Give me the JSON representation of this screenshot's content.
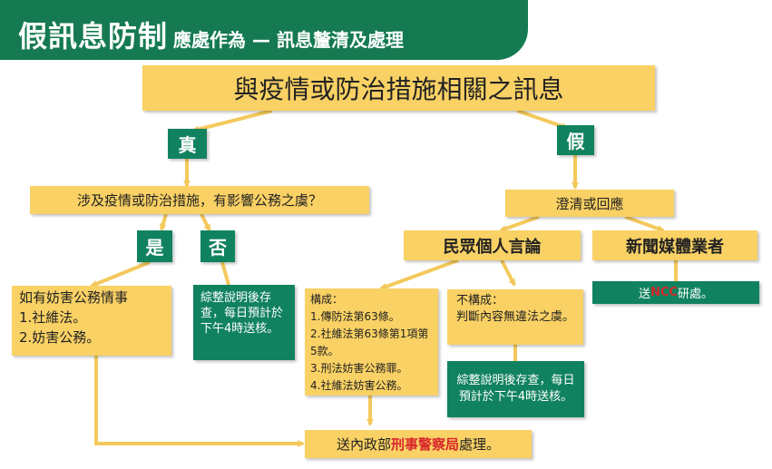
{
  "header": {
    "title_main": "假訊息防制",
    "title_sub": "應處作為 — 訊息釐清及處理"
  },
  "nodes": {
    "root": "與疫情或防治措施相關之訊息",
    "true_label": "真",
    "false_label": "假",
    "question": "涉及疫情或防治措施，有影響公務之虞？",
    "yes_label": "是",
    "no_label": "否",
    "clarify": "澄清或回應",
    "public_speech": "民眾個人言論",
    "news_media": "新聞媒體業者",
    "obstruct": "如有妨害公務情事\n1.社維法。\n2.妨害公務。",
    "no_report": "綜整說明後存查，每日預計於下午4時送核。",
    "constitutes": "構成：\n1.傳防法第63條。\n2.社維法第63條第1項第5款。\n3.刑法妨害公務罪。\n4.社維法妨害公務。",
    "not_constitutes": "不構成：\n判斷內容無違法之虞。",
    "archive_report": "綜整說明後存查，每日預計於下午4時送核。",
    "ncc_pre": "送",
    "ncc_hl": "NCC",
    "ncc_post": "研處。",
    "police_pre": "送內政部",
    "police_hl": "刑事警察局",
    "police_post": "處理。"
  },
  "colors": {
    "green": "#157a52",
    "green_box": "#11825f",
    "yellow": "#f9d164",
    "arrow": "#f4c95c",
    "highlight": "#d7262b"
  }
}
